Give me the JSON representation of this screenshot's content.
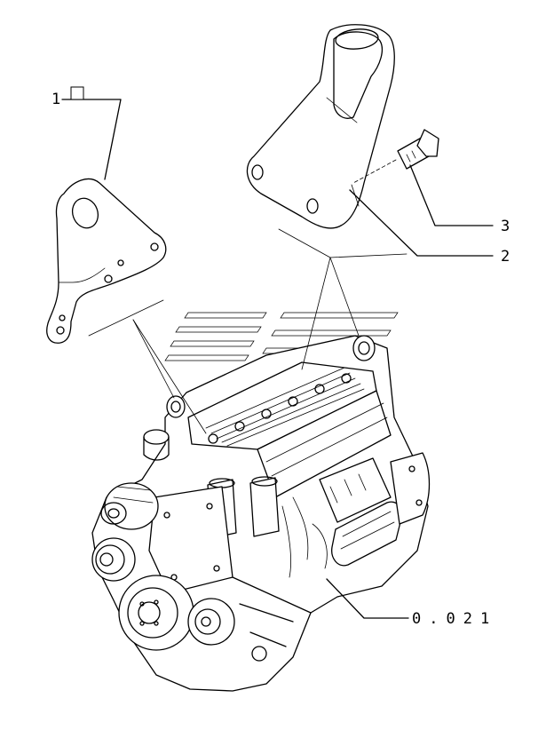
{
  "callouts": {
    "part1": "1",
    "part2": "2",
    "part3": "3",
    "engine_ref": "0.021"
  }
}
